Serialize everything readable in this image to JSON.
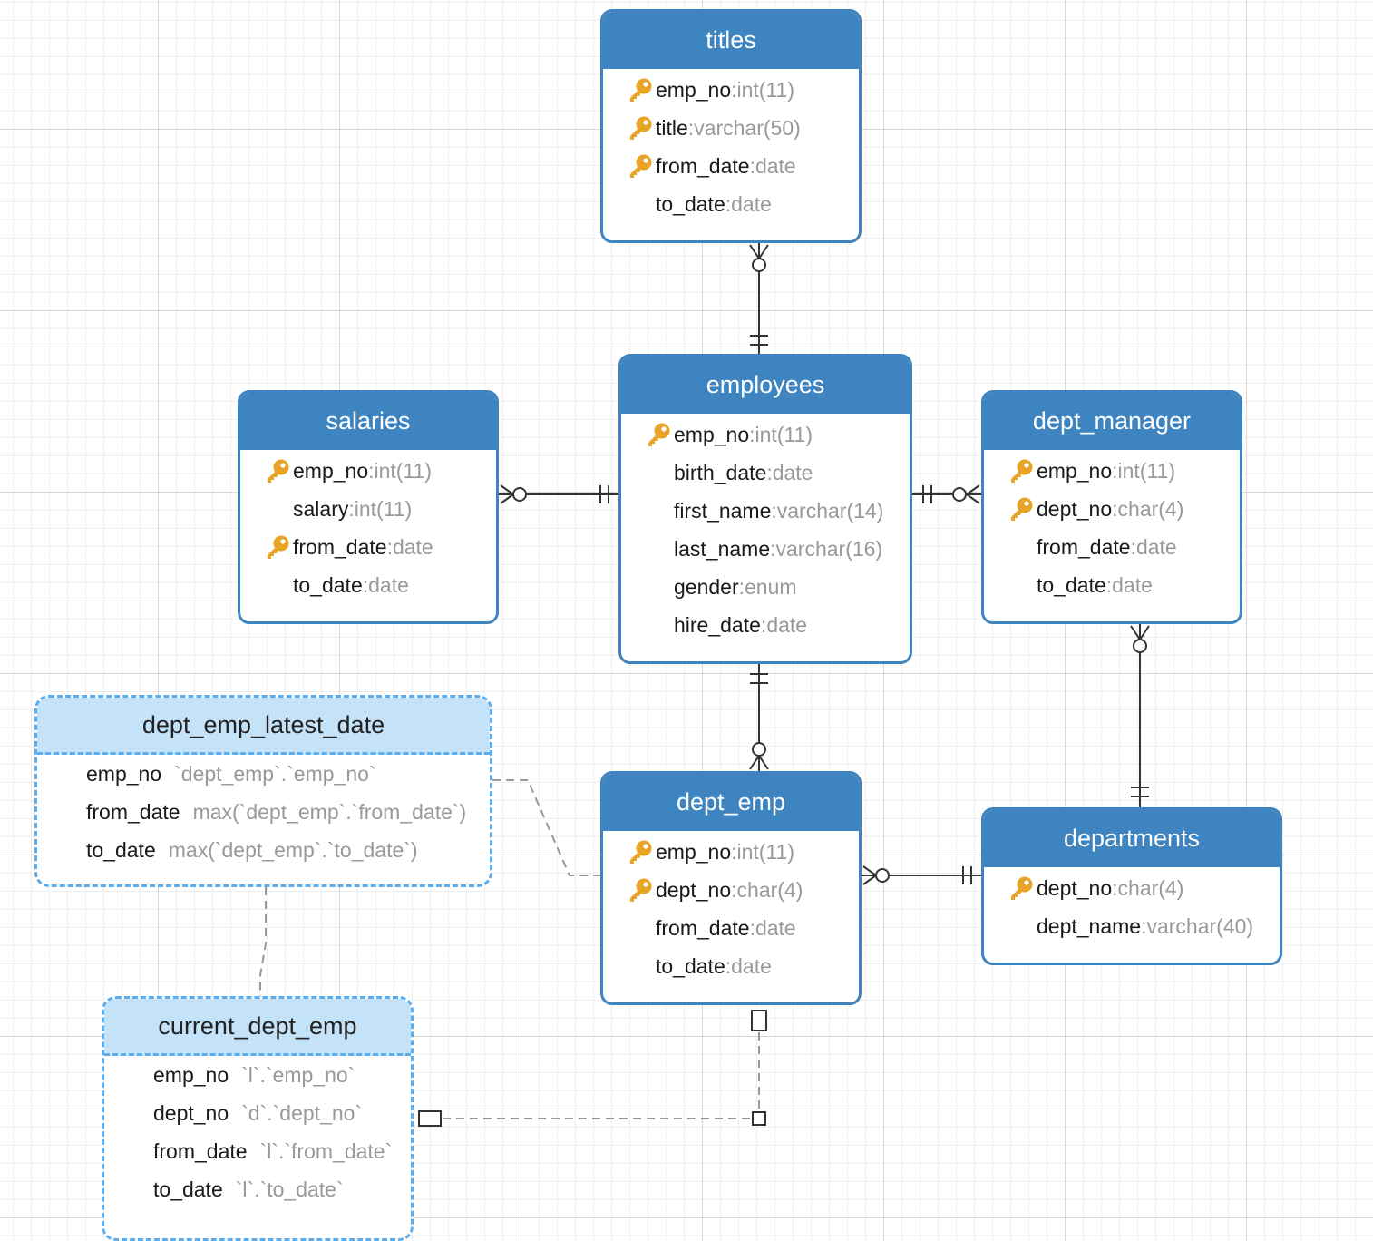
{
  "tables": {
    "titles": {
      "name": "titles",
      "fields": [
        {
          "name": "emp_no",
          "type": "int(11)",
          "key": true
        },
        {
          "name": "title",
          "type": "varchar(50)",
          "key": true
        },
        {
          "name": "from_date",
          "type": "date",
          "key": true
        },
        {
          "name": "to_date",
          "type": "date",
          "key": false
        }
      ]
    },
    "employees": {
      "name": "employees",
      "fields": [
        {
          "name": "emp_no",
          "type": "int(11)",
          "key": true
        },
        {
          "name": "birth_date",
          "type": "date",
          "key": false
        },
        {
          "name": "first_name",
          "type": "varchar(14)",
          "key": false
        },
        {
          "name": "last_name",
          "type": "varchar(16)",
          "key": false
        },
        {
          "name": "gender",
          "type": "enum",
          "key": false
        },
        {
          "name": "hire_date",
          "type": "date",
          "key": false
        }
      ]
    },
    "salaries": {
      "name": "salaries",
      "fields": [
        {
          "name": "emp_no",
          "type": "int(11)",
          "key": true
        },
        {
          "name": "salary",
          "type": "int(11)",
          "key": false
        },
        {
          "name": "from_date",
          "type": "date",
          "key": true
        },
        {
          "name": "to_date",
          "type": "date",
          "key": false
        }
      ]
    },
    "dept_manager": {
      "name": "dept_manager",
      "fields": [
        {
          "name": "emp_no",
          "type": "int(11)",
          "key": true
        },
        {
          "name": "dept_no",
          "type": "char(4)",
          "key": true
        },
        {
          "name": "from_date",
          "type": "date",
          "key": false
        },
        {
          "name": "to_date",
          "type": "date",
          "key": false
        }
      ]
    },
    "dept_emp": {
      "name": "dept_emp",
      "fields": [
        {
          "name": "emp_no",
          "type": "int(11)",
          "key": true
        },
        {
          "name": "dept_no",
          "type": "char(4)",
          "key": true
        },
        {
          "name": "from_date",
          "type": "date",
          "key": false
        },
        {
          "name": "to_date",
          "type": "date",
          "key": false
        }
      ]
    },
    "departments": {
      "name": "departments",
      "fields": [
        {
          "name": "dept_no",
          "type": "char(4)",
          "key": true
        },
        {
          "name": "dept_name",
          "type": "varchar(40)",
          "key": false
        }
      ]
    }
  },
  "views": {
    "dept_emp_latest_date": {
      "name": "dept_emp_latest_date",
      "fields": [
        {
          "name": "emp_no",
          "expr": "`dept_emp`.`emp_no`"
        },
        {
          "name": "from_date",
          "expr": "max(`dept_emp`.`from_date`)"
        },
        {
          "name": "to_date",
          "expr": "max(`dept_emp`.`to_date`)"
        }
      ]
    },
    "current_dept_emp": {
      "name": "current_dept_emp",
      "fields": [
        {
          "name": "emp_no",
          "expr": "`l`.`emp_no`"
        },
        {
          "name": "dept_no",
          "expr": "`d`.`dept_no`"
        },
        {
          "name": "from_date",
          "expr": "`l`.`from_date`"
        },
        {
          "name": "to_date",
          "expr": "`l`.`to_date`"
        }
      ]
    }
  },
  "relationships": [
    {
      "from": "employees",
      "to": "titles",
      "kind": "one-to-many"
    },
    {
      "from": "employees",
      "to": "salaries",
      "kind": "one-to-many"
    },
    {
      "from": "employees",
      "to": "dept_manager",
      "kind": "one-to-many"
    },
    {
      "from": "employees",
      "to": "dept_emp",
      "kind": "one-to-many"
    },
    {
      "from": "departments",
      "to": "dept_manager",
      "kind": "one-to-many"
    },
    {
      "from": "departments",
      "to": "dept_emp",
      "kind": "one-to-many"
    },
    {
      "from": "dept_emp",
      "to": "dept_emp_latest_date",
      "kind": "view-dependency"
    },
    {
      "from": "dept_emp_latest_date",
      "to": "current_dept_emp",
      "kind": "view-dependency"
    },
    {
      "from": "dept_emp",
      "to": "current_dept_emp",
      "kind": "view-dependency"
    }
  ],
  "colors": {
    "table_header": "#3d84c0",
    "view_header": "#c4e2f8",
    "view_border": "#5aaef0",
    "key_icon": "#e8a427",
    "type_text": "#999999"
  },
  "icons": {
    "primary_key": "key-icon"
  }
}
